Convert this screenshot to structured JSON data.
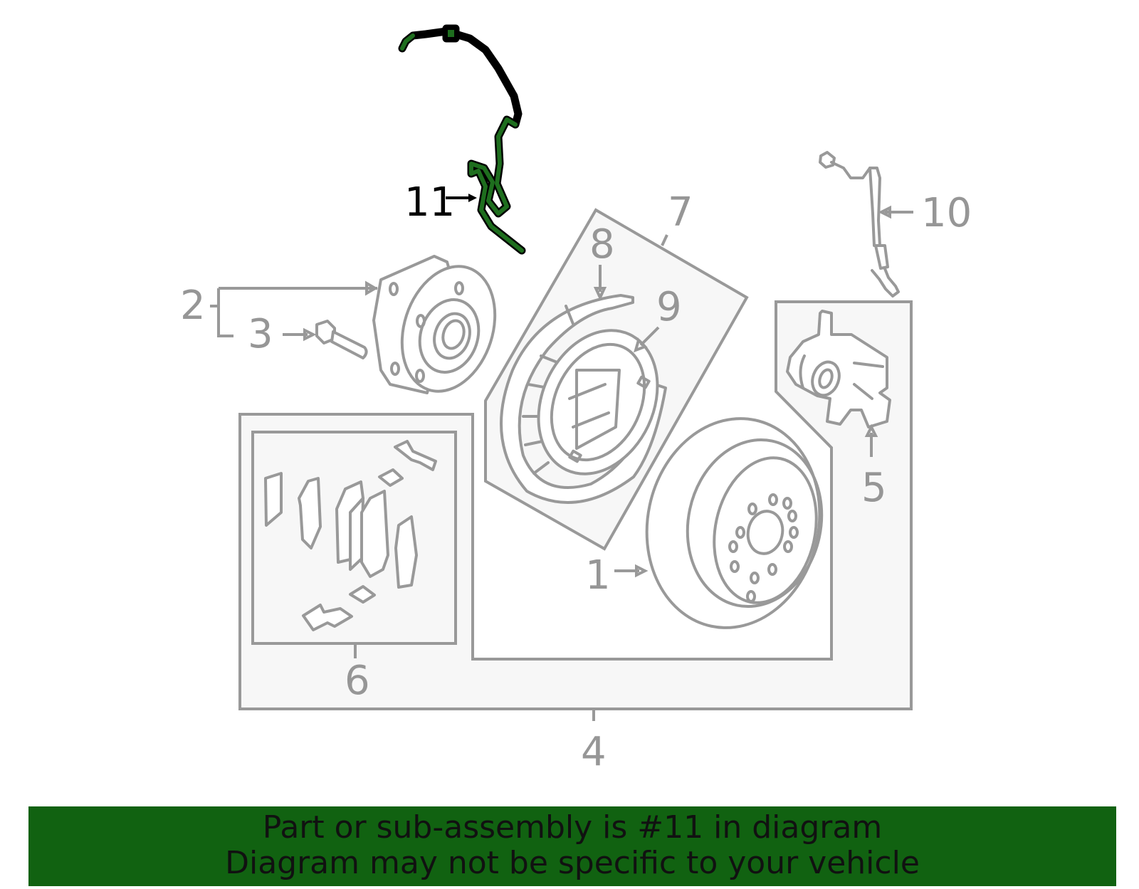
{
  "callouts": {
    "c1": "1",
    "c2": "2",
    "c3": "3",
    "c4": "4",
    "c5": "5",
    "c6": "6",
    "c7": "7",
    "c8": "8",
    "c9": "9",
    "c10": "10",
    "c11": "11"
  },
  "highlighted_part": "11",
  "colors": {
    "highlight": "#1e6e1e",
    "banner": "#116211",
    "outline": "#999999"
  },
  "banner": {
    "line1": "Part or sub-assembly is #11 in diagram",
    "line2": "Diagram may not be specific to your vehicle"
  }
}
